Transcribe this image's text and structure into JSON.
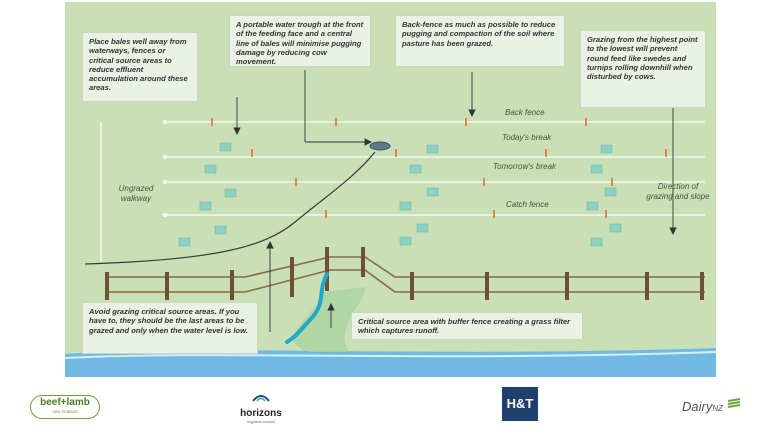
{
  "callouts": {
    "bales": "Place bales well away from waterways, fences or critical source areas to reduce effluent accumulation around these areas.",
    "trough": "A portable water trough at the front of the feeding face and a central line of bales will minimise pugging damage by reducing cow movement.",
    "backfence": "Back-fence as much as possible to reduce pugging and compaction of the soil where pasture has been grazed.",
    "grazing": "Grazing from the highest point to the lowest will prevent round feed like swedes and turnips rolling downhill when disturbed by cows.",
    "avoid": "Avoid grazing critical source areas. If you have to, they should be the last areas to be grazed and only when the water level is low.",
    "critical": "Critical source area with buffer fence creating a grass filter which captures runoff."
  },
  "fence_labels": {
    "back": "Back fence",
    "today": "Today's break",
    "tomorrow": "Tomorrow's break",
    "catch": "Catch fence"
  },
  "side_labels": {
    "walkway": "Ungrazed walkway",
    "direction": "Direction of grazing and slope"
  },
  "logos": {
    "beeflamb_main": "beef+lamb",
    "beeflamb_sub": "new zealand",
    "horizons_main": "horizons",
    "horizons_sub": "regional council",
    "ht": "H&T",
    "dairy_main": "Dairy",
    "dairy_suffix": "NZ"
  },
  "colors": {
    "paddock": "#c9dfb6",
    "bale": "#8ed1c2",
    "water": "#4aa6de",
    "ht_brand": "#1f3f6e",
    "dairy_brand": "#555555"
  }
}
